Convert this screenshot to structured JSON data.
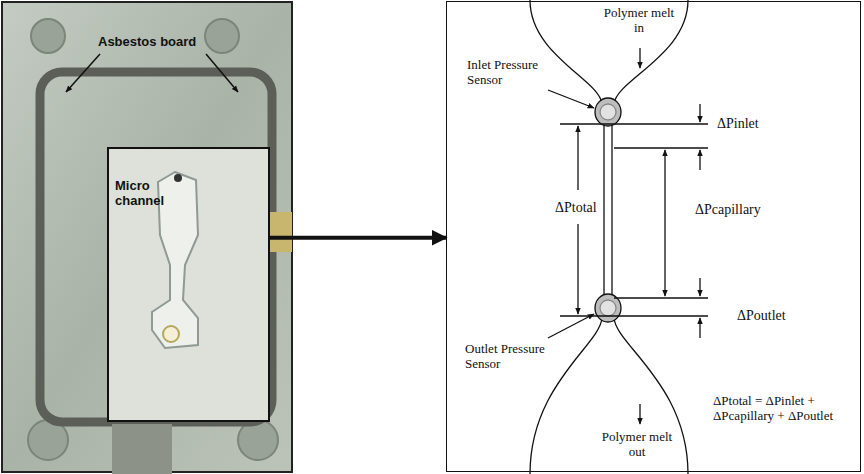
{
  "diagram": {
    "nodes": [
      {
        "text": [
          "Micro channel"
        ]
      },
      {
        "text": [
          "Polymer melt in",
          "Inlet Pressure Sensor",
          "ΔPinlet",
          "ΔPtotal",
          "ΔPcapillary",
          "ΔPoutlet",
          "Outlet Pressure Sensor",
          "Polymer melt out",
          "ΔPtotal = ΔPinlet + ΔPcapillary + ΔPoutlet"
        ]
      }
    ],
    "edges": [
      {
        "from": 0,
        "to": 1,
        "arrow": "to"
      }
    ],
    "labels": [
      "Asbestos board"
    ]
  }
}
